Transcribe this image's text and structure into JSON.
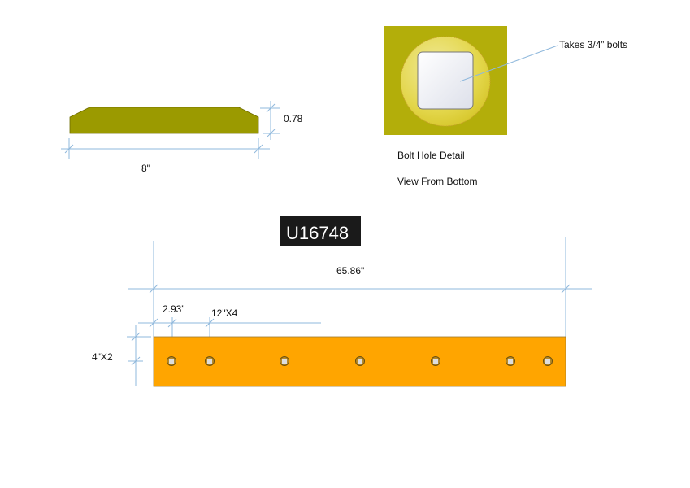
{
  "profile_view": {
    "width_label": "8\"",
    "thickness_label": "0.78"
  },
  "bolt_detail": {
    "callout": "Takes 3/4”  bolts",
    "title": "Bolt Hole Detail",
    "subtitle": "View From Bottom"
  },
  "part_number": "U16748",
  "plan_view": {
    "length_label": "65.86\"",
    "first_hole_label": "2.93”",
    "spacing_label": "12\"X4",
    "height_label": "4\"X2",
    "hole_count": 7
  },
  "colors": {
    "profile": "#9b9a00",
    "bolt_plate": "#b3ae0a",
    "blade": "#ffa500",
    "dimension": "#8fb8dc"
  }
}
